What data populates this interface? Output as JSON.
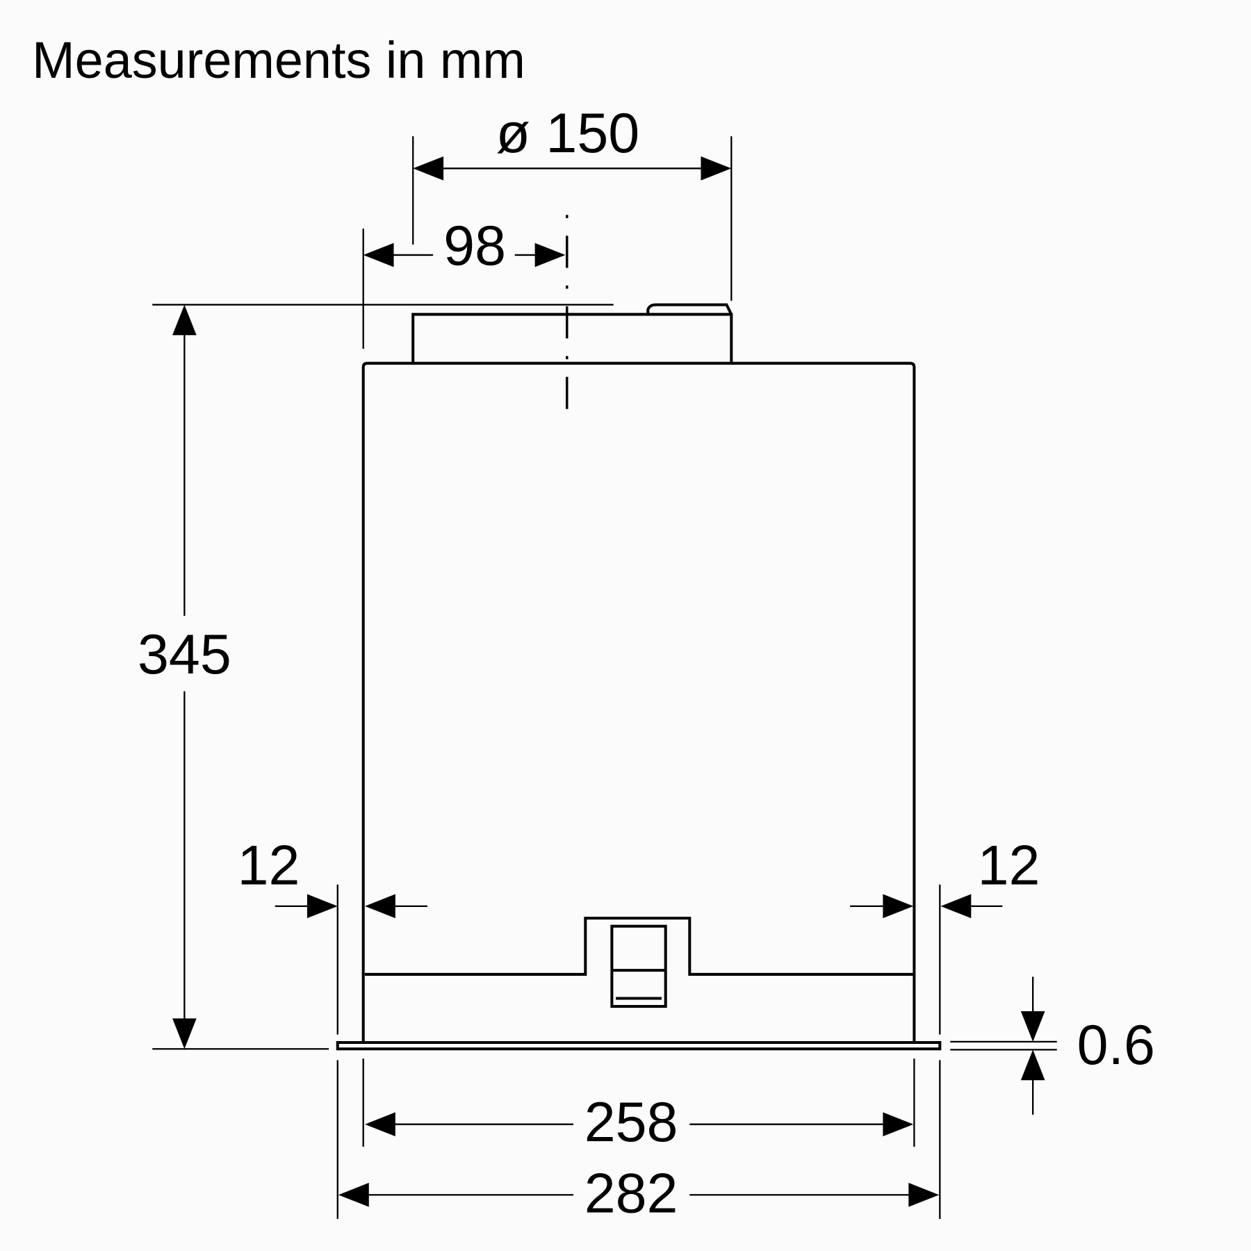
{
  "title": "Measurements in mm",
  "dimensions": {
    "duct_diameter": "ø 150",
    "duct_offset": "98",
    "height": "345",
    "left_flange": "12",
    "right_flange": "12",
    "plate_thickness": "0.6",
    "body_width": "258",
    "overall_width": "282"
  }
}
